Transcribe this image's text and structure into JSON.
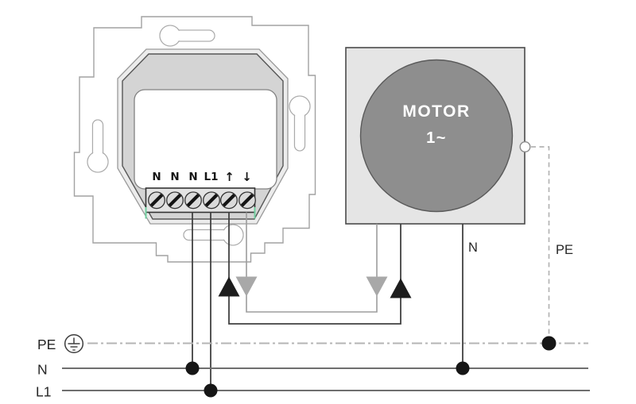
{
  "labels": {
    "terminals": [
      "N",
      "N",
      "N",
      "L1",
      "↑",
      "↓"
    ],
    "motor_line1": "MOTOR",
    "motor_line2": "1~",
    "bus_pe": "PE",
    "bus_n": "N",
    "bus_l1": "L1",
    "motor_n_wire": "N",
    "motor_pe_wire": "PE"
  },
  "colors": {
    "triangle_black": "#1d1d1d",
    "triangle_gray": "#a8a8a8",
    "motor_fill": "#8e8e8e",
    "motor_box_fill": "#e5e5e5",
    "wire_dark": "#414141",
    "wire_gray": "#9d9d9d",
    "bus_solid": "#6f6f6f",
    "pe_dash": "#b4b4b4",
    "green_mark": "#6fcf9f",
    "dot": "#161616"
  }
}
